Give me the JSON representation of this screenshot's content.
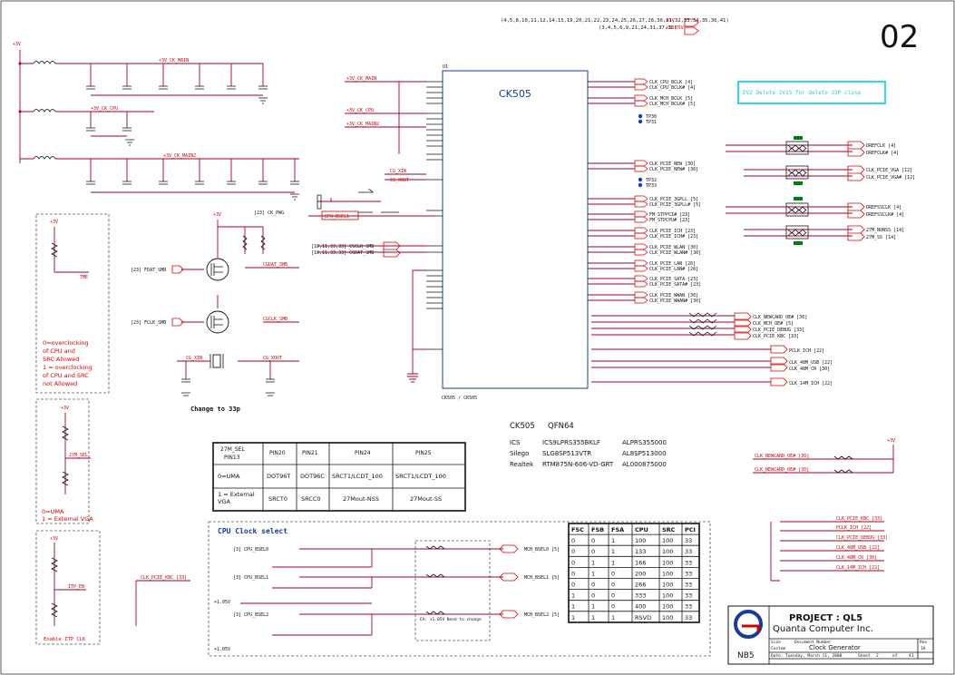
{
  "sheet": {
    "page_number": "02",
    "top_note_1": "(4,5,8,10,11,12,14,15,19,20,21,22,23,24,25,26,27,28,30,31,32,33,34,35,36,41)",
    "top_note_2": "(3,4,5,6,9,21,24,31,37,38)",
    "rail_3v": "+3V",
    "rail_105v": "+1.05V",
    "blue_note": "EV2 Delete 3V15 for delete 33P close",
    "change_note": "Change to 33p"
  },
  "chip": {
    "name": "CK505",
    "ref": "U1",
    "supply_nets": [
      "+3V_CK_MAIN",
      "+3V_CK_CPU",
      "+3V_CK_MAIN2"
    ],
    "inputs": {
      "cg_xin": "CG_XIN",
      "cg_xout": "CG_XOUT",
      "ck_pwg": "[23] CK_PWG",
      "cpu_bsel1": "CPU_BSEL1",
      "cgclk_smb": "[10,11,33,33] CGCLK_SMB",
      "cgdat_smb": "[10,11,33,33] CGDAT_SMB"
    },
    "outputs": [
      {
        "net": "CLK_CPU_BCLK",
        "ref": "[4]"
      },
      {
        "net": "CLK_CPU_BCLK#",
        "ref": "[4]"
      },
      {
        "net": "CLK_MCH_BCLK",
        "ref": "[5]"
      },
      {
        "net": "CLK_MCH_BCLK#",
        "ref": "[5]"
      },
      {
        "net": "CLK_PCIE_NEW",
        "ref": "[30]"
      },
      {
        "net": "CLK_PCIE_NEW#",
        "ref": "[30]"
      },
      {
        "net": "CLK_PCIE_3GPLL",
        "ref": "[5]"
      },
      {
        "net": "CLK_PCIE_3GPLL#",
        "ref": "[5]"
      },
      {
        "net": "FM_STPPCI#",
        "ref": "[23]"
      },
      {
        "net": "FM_STPCPU#",
        "ref": "[23]"
      },
      {
        "net": "CLK_PCIE_ICH",
        "ref": "[23]"
      },
      {
        "net": "CLK_PCIE_ICH#",
        "ref": "[23]"
      },
      {
        "net": "CLK_PCIE_WLAN",
        "ref": "[30]"
      },
      {
        "net": "CLK_PCIE_WLAN#",
        "ref": "[30]"
      },
      {
        "net": "CLK_PCIE_LAN",
        "ref": "[26]"
      },
      {
        "net": "CLK_PCIE_LAN#",
        "ref": "[26]"
      },
      {
        "net": "CLK_PCIE_SATA",
        "ref": "[23]"
      },
      {
        "net": "CLK_PCIE_SATA#",
        "ref": "[23]"
      },
      {
        "net": "CLK_PCIE_WWAN",
        "ref": "[30]"
      },
      {
        "net": "CLK_PCIE_WWAN#",
        "ref": "[30]"
      }
    ],
    "test_points": [
      "TP30",
      "TP31",
      "TP32",
      "TP33"
    ]
  },
  "right_side": {
    "dreffclk": "DREFCLK [4]",
    "dreffclk_n": "DREFCLK# [4]",
    "vga_clk": "CLK_PCIE_VGA [12]",
    "vga_clk_n": "CLK_PCIE_VGA# [12]",
    "drefsclk": "DREFSSCLK [4]",
    "drefsclk_n": "DREFSSCLK# [4]",
    "nonss": "27M_NONSS [14]",
    "ss": "27M_SS [14]",
    "clk_newcard": "CLK_NEWCARD_OE# [30]",
    "clk_mch_oe": "CLK_MCH_OE# [5]",
    "pcie_debug": "CLK_PCIE_DEBUG [33]",
    "pcie_kbc": "CLK_PCIE_KBC [33]",
    "pcie_ich": "PCLK_ICH [22]",
    "clk_48_usb": "CLK_48M_USB [22]",
    "clk_48_cr": "CLK_48M_CR [30]",
    "clk_14_ich": "CLK_14M_ICH [22]"
  },
  "ordering": {
    "heading_part": "CK505",
    "heading_pkg": "QFN64",
    "rows": [
      {
        "vendor": "ICS",
        "part": "ICS9LPRS355BKLF",
        "code": "ALPRS355000"
      },
      {
        "vendor": "Silego",
        "part": "SLG8SP513VTR",
        "code": "AL8SP513000"
      },
      {
        "vendor": "Realtek",
        "part": "RTM875N-606-VD-GRT",
        "code": "AL000875000"
      }
    ]
  },
  "pin_table": {
    "headers": [
      "27M_SEL PIN13",
      "PIN20",
      "PIN21",
      "PIN24",
      "PIN25"
    ],
    "rows": [
      [
        "0=UMA",
        "DOT96T",
        "DOT96C",
        "SRCT1/LCDT_100",
        "SRCT1/LCDT_100"
      ],
      [
        "1 = External VGA",
        "SRCT0",
        "SRCC0",
        "27Mout-NSS",
        "27Mout-SS"
      ]
    ]
  },
  "cpu_clock": {
    "title": "CPU Clock select",
    "inputs": [
      "[3] CPU_BSEL0",
      "[3] CPU_BSEL1",
      "[3] CPU_BSEL2"
    ],
    "outputs": [
      "MCH_BSEL0 [5]",
      "MCH_BSEL1 [5]",
      "MCH_BSEL2 [5]"
    ],
    "note": "EV: +1.05V Need to change"
  },
  "freq_table": {
    "headers": [
      "FSC",
      "FSB",
      "FSA",
      "CPU",
      "SRC",
      "PCI"
    ],
    "rows": [
      [
        "0",
        "0",
        "1",
        "100",
        "100",
        "33"
      ],
      [
        "0",
        "0",
        "1",
        "133",
        "100",
        "33"
      ],
      [
        "0",
        "1",
        "1",
        "166",
        "100",
        "33"
      ],
      [
        "0",
        "1",
        "0",
        "200",
        "100",
        "33"
      ],
      [
        "0",
        "0",
        "0",
        "266",
        "100",
        "33"
      ],
      [
        "1",
        "0",
        "0",
        "333",
        "100",
        "33"
      ],
      [
        "1",
        "1",
        "0",
        "400",
        "100",
        "33"
      ],
      [
        "1",
        "1",
        "1",
        "RSVD",
        "100",
        "33"
      ]
    ]
  },
  "left_notes": {
    "overclock": [
      "0=overclocking",
      "of CPU and",
      "SRC Allowed",
      "1 = overclocking",
      "of CPU and SRC",
      "not Allowed"
    ],
    "uma": [
      "0=UMA",
      "1 = External VGA"
    ],
    "itp_en": "ITP_EN",
    "enable_itp": "Enable ITP CLK",
    "fdat_smb": "[23] FDAT_SMB",
    "fclk_smb": "[23] FCLK_SMB",
    "cgdat_smb": "CGDAT_SMB",
    "cgclk_smb": "CGCLK_SMB",
    "tme": "TME",
    "ss_sel": "27M_SEL"
  },
  "title_block": {
    "project": "PROJECT : QL5",
    "company": "Quanta Computer Inc.",
    "logo_text": "NB5",
    "doc_title": "Clock Generator",
    "size_label": "Size",
    "size": "Custom",
    "doc_label": "Document Number",
    "rev_label": "Rev",
    "rev": "1A",
    "date_label": "Date:",
    "date": "Tuesday, March 11, 2008",
    "sheet_label": "Sheet",
    "sheet_num": "2",
    "of_label": "of",
    "sheet_total": "41"
  },
  "colors": {
    "wire": "#a0002a",
    "net_label": "#d40000",
    "component": "#111111",
    "chip_border": "#1a3a9a",
    "note_box": "#33d6e8",
    "green_marker": "#008000",
    "blue_tp": "#1a3aca"
  }
}
